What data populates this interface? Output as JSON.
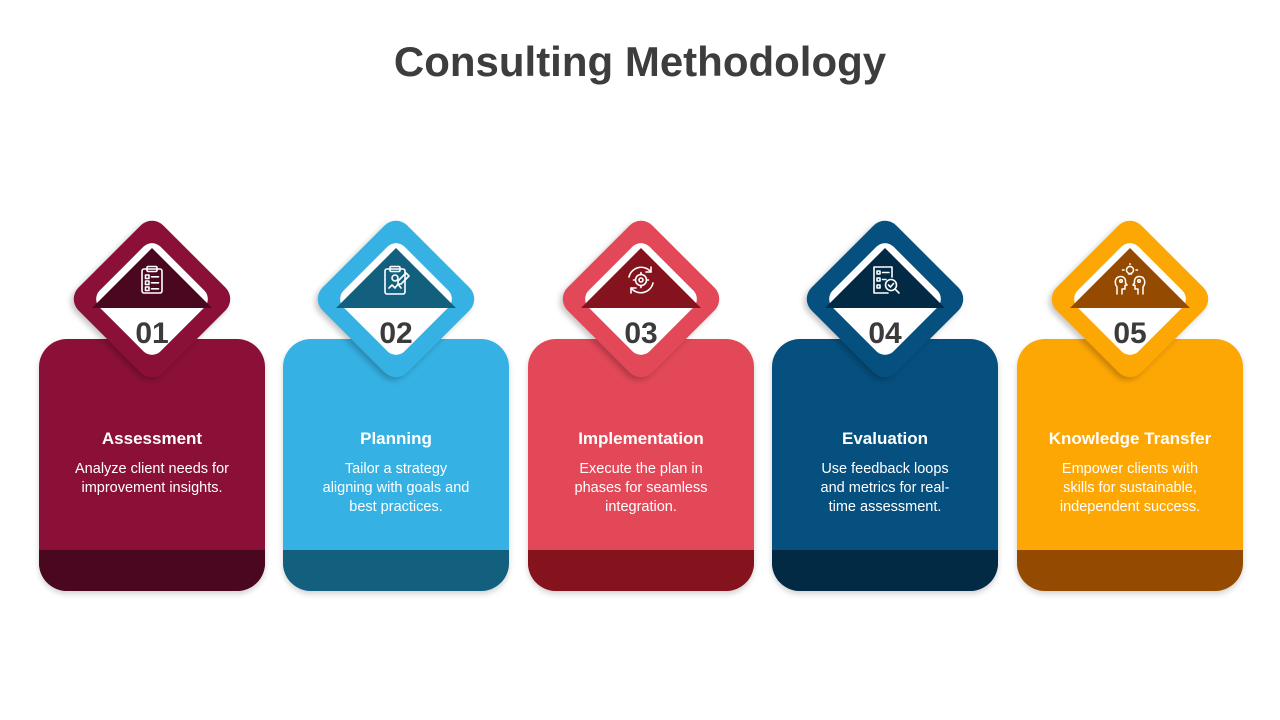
{
  "title": "Consulting Methodology",
  "steps": [
    {
      "number": "01",
      "title": "Assessment",
      "description": "Analyze client needs for improvement insights.",
      "icon": "checklist-clipboard-icon",
      "color": "#8a1038",
      "dark_color": "#4a0820"
    },
    {
      "number": "02",
      "title": "Planning",
      "description": "Tailor a strategy aligning with goals and best practices.",
      "icon": "planning-clipboard-icon",
      "color": "#35b1e3",
      "dark_color": "#135f7e"
    },
    {
      "number": "03",
      "title": "Implementation",
      "description": "Execute the plan in phases for seamless integration.",
      "icon": "gear-cycle-icon",
      "color": "#e24858",
      "dark_color": "#85131e"
    },
    {
      "number": "04",
      "title": "Evaluation",
      "description": "Use feedback loops and metrics for real-time assessment.",
      "icon": "report-magnifier-icon",
      "color": "#06507f",
      "dark_color": "#032a44"
    },
    {
      "number": "05",
      "title": "Knowledge Transfer",
      "description": "Empower clients with skills for sustainable, independent success.",
      "icon": "idea-sharing-heads-icon",
      "color": "#fda705",
      "dark_color": "#954a02"
    }
  ]
}
